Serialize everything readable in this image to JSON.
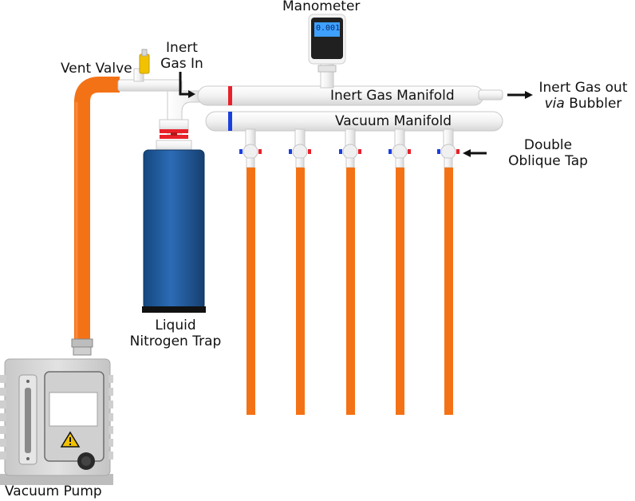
{
  "labels": {
    "manometer": "Manometer",
    "manometer_reading": "0.001",
    "inert_gas_in_line1": "Inert",
    "inert_gas_in_line2": "Gas In",
    "vent_valve": "Vent Valve",
    "inert_gas_manifold": "Inert Gas Manifold",
    "vacuum_manifold": "Vacuum Manifold",
    "inert_gas_out_line1": "Inert Gas out",
    "inert_gas_out_via": "via",
    "inert_gas_out_bubbler": " Bubbler",
    "double_oblique_tap_line1": "Double",
    "double_oblique_tap_line2": "Oblique Tap",
    "liquid_nitrogen_line1": "Liquid",
    "liquid_nitrogen_line2": "Nitrogen Trap",
    "vacuum_pump": "Vacuum Pump"
  },
  "colors": {
    "tubing": "#f47216",
    "glass": "#f3f3f3",
    "glass_edge": "#c9c9c9",
    "trap": "#1f5a9e",
    "inert_marker": "#e8202a",
    "vacuum_marker": "#1a3fe0",
    "pump_body": "#d8d8d8",
    "valve": "#f2c200"
  }
}
